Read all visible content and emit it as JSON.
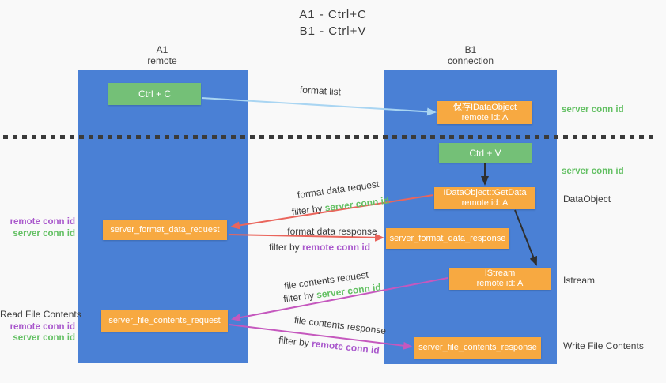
{
  "title": {
    "line1": "A1 - Ctrl+C",
    "line2": "B1 - Ctrl+V"
  },
  "lanes": {
    "a1": {
      "name": "A1",
      "role": "remote"
    },
    "b1": {
      "name": "B1",
      "role": "connection"
    }
  },
  "nodes": {
    "ctrl_c": {
      "label": "Ctrl + C"
    },
    "ctrl_v": {
      "label": "Ctrl + V"
    },
    "save_idataobject": {
      "line1": "保存IDataObject",
      "line2": "remote id: A"
    },
    "getdata": {
      "line1": "IDataObject::GetData",
      "line2": "remote id: A"
    },
    "istream": {
      "line1": "IStream",
      "line2": "remote id: A"
    },
    "server_format_data_request": {
      "label": "server_format_data_request"
    },
    "server_format_data_response": {
      "label": "server_format_data_response"
    },
    "server_file_contents_request": {
      "label": "server_file_contents_request"
    },
    "server_file_contents_response": {
      "label": "server_file_contents_response"
    }
  },
  "edge_labels": {
    "format_list": "format list",
    "format_data_request": "format data request",
    "format_data_request_filter_prefix": "filter by ",
    "format_data_request_filter_key": "server conn id",
    "format_data_response": "format data response",
    "format_data_response_filter_prefix": "filter by ",
    "format_data_response_filter_key": "remote conn id",
    "file_contents_request": "file contents request",
    "file_contents_request_filter_prefix": "filter by ",
    "file_contents_request_filter_key": "server conn id",
    "file_contents_response": "file contents response",
    "file_contents_response_filter_prefix": "filter by ",
    "file_contents_response_filter_key": "remote conn id"
  },
  "side_labels": {
    "right_top_server_conn_id": "server conn id",
    "right_mid_server_conn_id": "server conn id",
    "right_dataobject": "DataObject",
    "right_istream": "Istream",
    "right_write_file_contents": "Write File Contents",
    "left_remote_conn_id_top": "remote conn id",
    "left_server_conn_id_top": "server conn id",
    "left_read_file_contents": "Read File Contents",
    "left_remote_conn_id_bottom": "remote conn id",
    "left_server_conn_id_bottom": "server conn id"
  },
  "colors": {
    "lane_blue": "#4a80d5",
    "node_green": "#74c077",
    "node_orange": "#f7a941",
    "server_conn_id_green": "#63c063",
    "remote_conn_id_purple": "#a958cc",
    "arrow_red": "#ea655c",
    "arrow_magenta": "#c558be",
    "arrow_blue": "#a9d5f2",
    "arrow_black": "#2f2f2f",
    "text_dark": "#3c3c3c",
    "background": "#f9f9f9"
  }
}
